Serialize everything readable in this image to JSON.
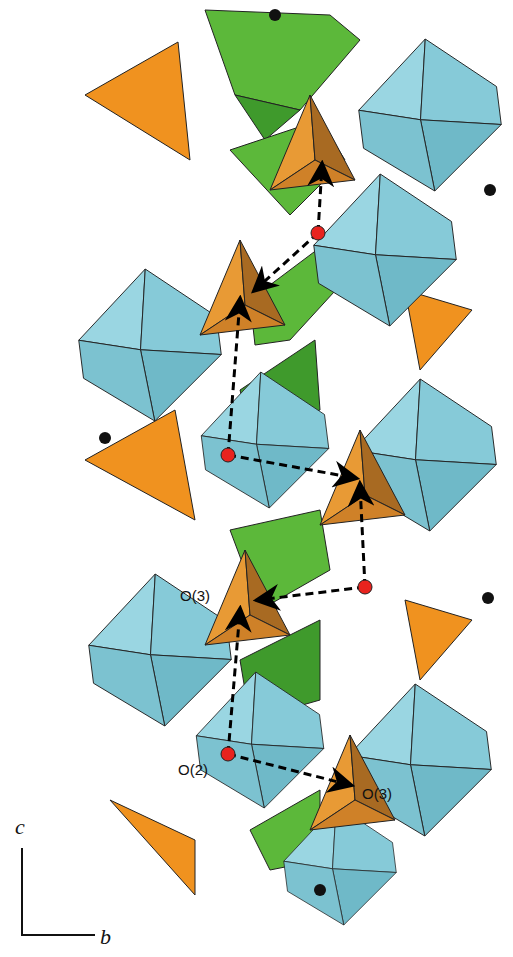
{
  "diagram": {
    "labels": [
      "O(3)",
      "O(2)",
      "O(3)",
      "c",
      "b"
    ]
  }
}
